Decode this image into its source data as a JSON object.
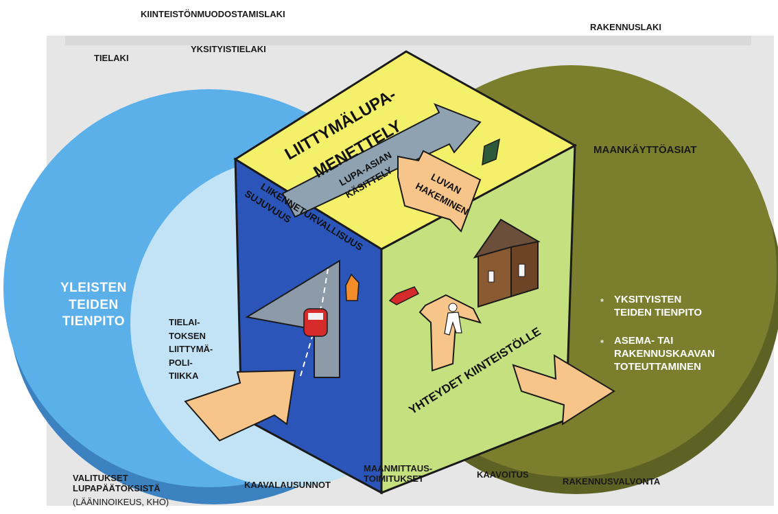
{
  "top_laws": {
    "kiinteisto": "KIINTEISTÖNMUODOSTAMISLAKI",
    "rakennus": "RAKENNUSLAKI",
    "tie": "TIELAKI",
    "yksityistie": "YKSITYISTIELAKI"
  },
  "left_circle": {
    "title": "YLEISTEN\nTEIDEN\nTIENPITO",
    "policy": "TIELAI-\nTOKSEN\nLIITTYMÄ-\nPOLI-\nTIIKKA"
  },
  "right_circle": {
    "title": "MAANKÄYTTÖASIAT",
    "bullet_mark": "*",
    "item1": "YKSITYISTEN\nTEIDEN TIENPITO",
    "item2": "ASEMA- TAI\nRAKENNUSKAAVAN\nTOTEUTTAMINEN"
  },
  "cube": {
    "top_title_line1": "LIITTYMÄLUPA-",
    "top_title_line2": "MENETTELY",
    "arrow_lupa_line1": "LUPA-ASIAN",
    "arrow_lupa_line2": "KÄSITTELY",
    "arrow_luvan_line1": "LUVAN",
    "arrow_luvan_line2": "HAKEMINEN",
    "left_face_line1": "LIIKENNETURVALLISUUS",
    "left_face_line2": "SUJUVUUS",
    "right_face": "YHTEYDET KIINTEISTÖLLE"
  },
  "bottom": {
    "valitukset": "VALITUKSET\nLUPAPÄÄTÖKSISTÄ",
    "valitukset_sub": "(LÄÄNINOIKEUS, KHO)",
    "kaavalausunnot": "KAAVALAUSUNNOT",
    "maanmittaus": "MAANMITTAUS-\nTOIMITUKSET",
    "kaavoitus": "KAAVOITUS",
    "rakennusvalvonta": "RAKENNUSVALVONTA"
  },
  "colors": {
    "blue_ellipse": "#5aaee8",
    "blue_dark_rim": "#3f86c4",
    "light_inner": "#bfe1f3",
    "green_ellipse": "#7a7d2c",
    "green_rim": "#5e6124",
    "cube_top": "#f5f06a",
    "cube_left": "#2b54b8",
    "cube_right": "#c2df7e",
    "orange_arrow": "#f7c489",
    "grey_arrow": "#8ea2b2",
    "frame_bg": "#e4e4e4"
  }
}
